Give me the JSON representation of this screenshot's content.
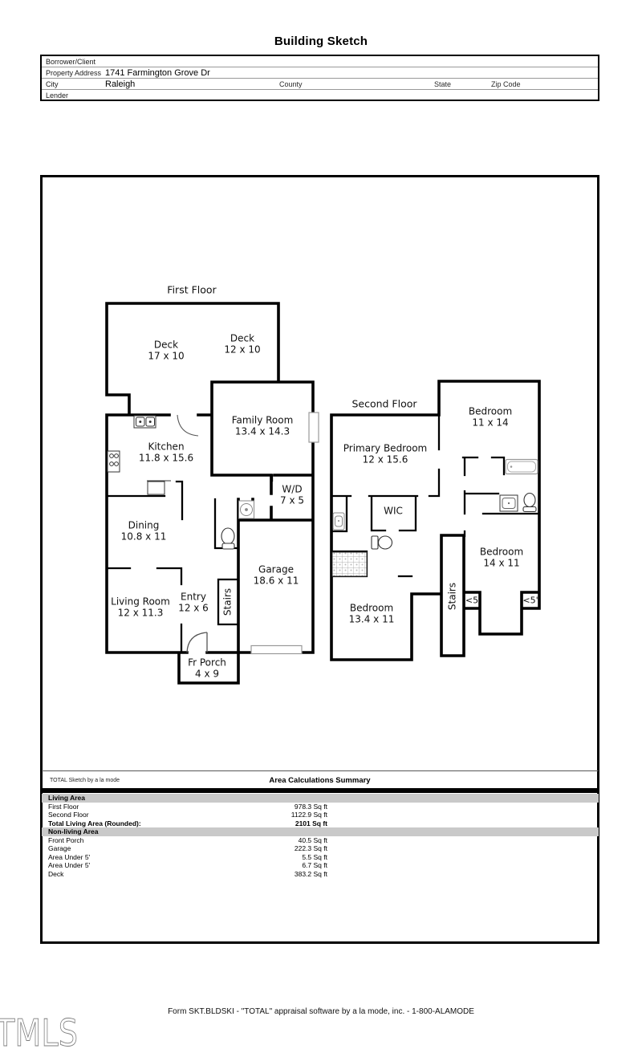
{
  "page": {
    "title": "Building Sketch"
  },
  "info_table": {
    "rows": [
      {
        "label": "Borrower/Client",
        "value": ""
      },
      {
        "label": "Property Address",
        "value": "1741 Farmington Grove Dr"
      },
      {
        "label": "City",
        "value": "Raleigh",
        "col2_label": "County",
        "col3_label": "State",
        "col4_label": "Zip Code"
      },
      {
        "label": "Lender",
        "value": ""
      }
    ]
  },
  "sketch": {
    "first_floor": {
      "title": "First Floor",
      "rooms": [
        {
          "name": "Deck",
          "dims": "17 x 10"
        },
        {
          "name": "Deck",
          "dims": "12 x 10"
        },
        {
          "name": "Family Room",
          "dims": "13.4 x 14.3"
        },
        {
          "name": "Kitchen",
          "dims": "11.8 x 15.6"
        },
        {
          "name": "W/D",
          "dims": "7 x 5"
        },
        {
          "name": "Dining",
          "dims": "10.8 x 11"
        },
        {
          "name": "Garage",
          "dims": "18.6 x 11"
        },
        {
          "name": "Living Room",
          "dims": "12 x 11.3"
        },
        {
          "name": "Entry",
          "dims": "12 x 6"
        },
        {
          "name": "Stairs"
        },
        {
          "name": "Fr Porch",
          "dims": "4 x 9"
        }
      ]
    },
    "second_floor": {
      "title": "Second Floor",
      "rooms": [
        {
          "name": "Primary Bedroom",
          "dims": "12 x 15.6"
        },
        {
          "name": "Bedroom",
          "dims": "11 x 14"
        },
        {
          "name": "WIC"
        },
        {
          "name": "Bedroom",
          "dims": "14 x 11"
        },
        {
          "name": "Bedroom",
          "dims": "13.4 x 11"
        },
        {
          "name": "Stairs"
        },
        {
          "name": "<5"
        },
        {
          "name": "<5'"
        }
      ]
    }
  },
  "summary": {
    "watermark_small": "TOTAL Sketch by a la mode",
    "title": "Area Calculations Summary",
    "living_header": "Living Area",
    "living_rows": [
      {
        "label": "First Floor",
        "value": "978.3 Sq ft"
      },
      {
        "label": "Second Floor",
        "value": "1122.9 Sq ft"
      }
    ],
    "total_row": {
      "label": "Total Living Area (Rounded):",
      "value": "2101 Sq ft"
    },
    "nonliving_header": "Non-living Area",
    "nonliving_rows": [
      {
        "label": "Front Porch",
        "value": "40.5 Sq ft"
      },
      {
        "label": "Garage",
        "value": "222.3 Sq ft"
      },
      {
        "label": "Area Under 5'",
        "value": "5.5 Sq ft"
      },
      {
        "label": "Area Under 5'",
        "value": "6.7 Sq ft"
      },
      {
        "label": "Deck",
        "value": "383.2 Sq ft"
      }
    ]
  },
  "footer": {
    "form_text": "Form SKT.BLDSKI - \"TOTAL\" appraisal software by a la mode, inc. - 1-800-ALAMODE",
    "watermark": "TMLS"
  },
  "colors": {
    "wall": "#000000",
    "fixture_outline": "#888888",
    "section_bar": "#c9c9c9"
  }
}
